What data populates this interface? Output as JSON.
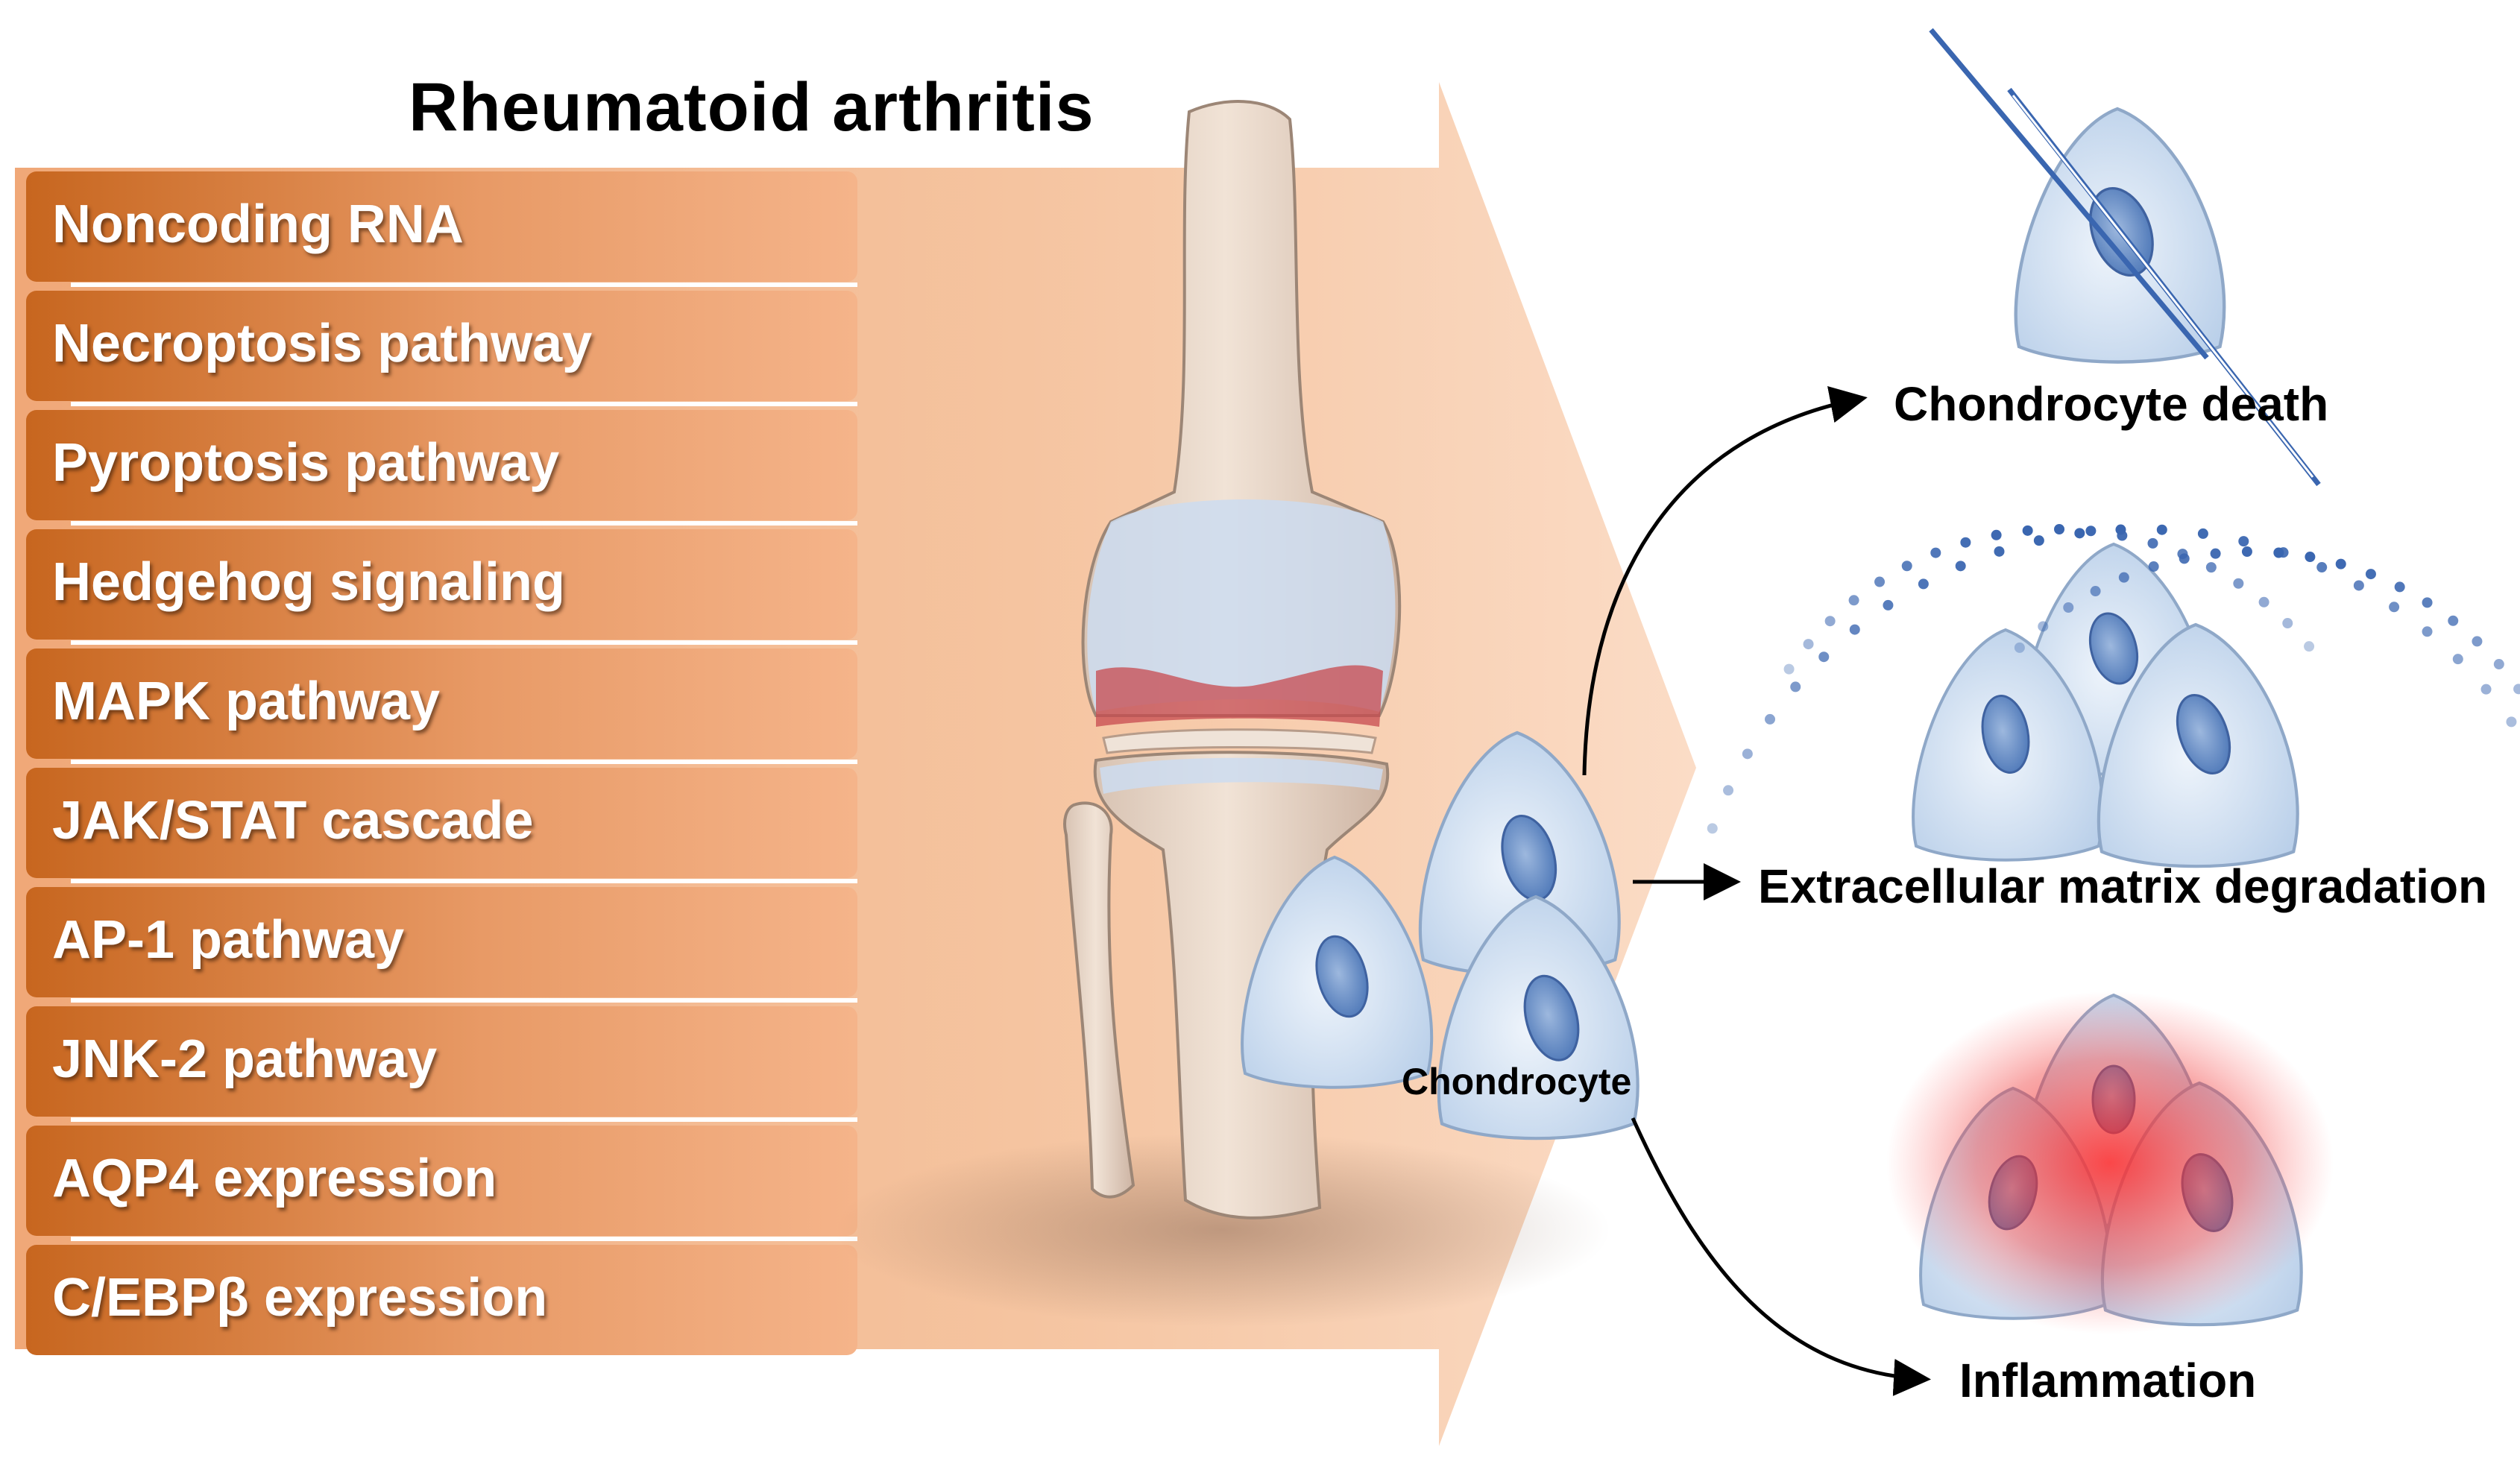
{
  "title": "Rheumatoid arthritis",
  "pathways": [
    "Noncoding RNA",
    "Necroptosis pathway",
    "Pyroptosis pathway",
    "Hedgehog signaling",
    "MAPK pathway",
    "JAK/STAT cascade",
    "AP-1 pathway",
    "JNK-2 pathway",
    "AQP4 expression",
    "C/EBPβ expression"
  ],
  "center_label": "Chondrocyte",
  "outcomes": {
    "death": "Chondrocyte death",
    "ecm": "Extracellular matrix degradation",
    "inflammation": "Inflammation"
  },
  "colors": {
    "arrow": "#f2b48a",
    "bar_dark": "#c7661f",
    "bar_light": "#f5b48a",
    "cell": "#d9e6f5",
    "nucleus": "#6f93c8",
    "dots": "#3a66b0",
    "inflammation": "#e8202a"
  }
}
